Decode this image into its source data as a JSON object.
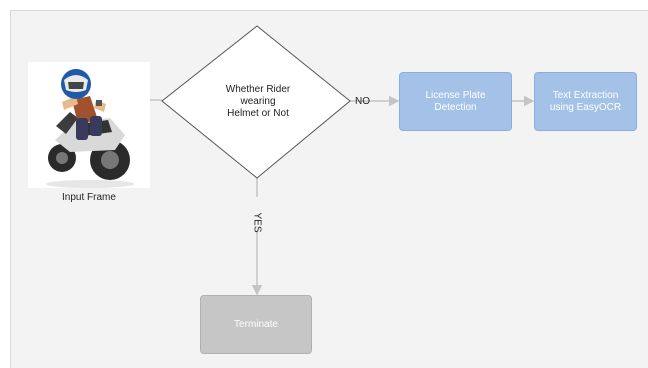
{
  "input": {
    "caption": "Input Frame",
    "image": "rider-on-motorcycle-with-helmet-illustration"
  },
  "decision": {
    "line1": "Whether Rider",
    "line2": "wearing",
    "line3": "Helmet or Not"
  },
  "edges": {
    "no_label": "NO",
    "yes_label": "YES"
  },
  "steps": {
    "plate": {
      "line1": "License Plate",
      "line2": "Detection"
    },
    "ocr": {
      "line1": "Text Extraction",
      "line2": "using EasyOCR"
    },
    "terminate": "Terminate"
  },
  "colors": {
    "process_fill": "#a4c2e8",
    "terminate_fill": "#c6c6c6",
    "connector": "#c4c4c4",
    "background": "#f3f3f3"
  }
}
